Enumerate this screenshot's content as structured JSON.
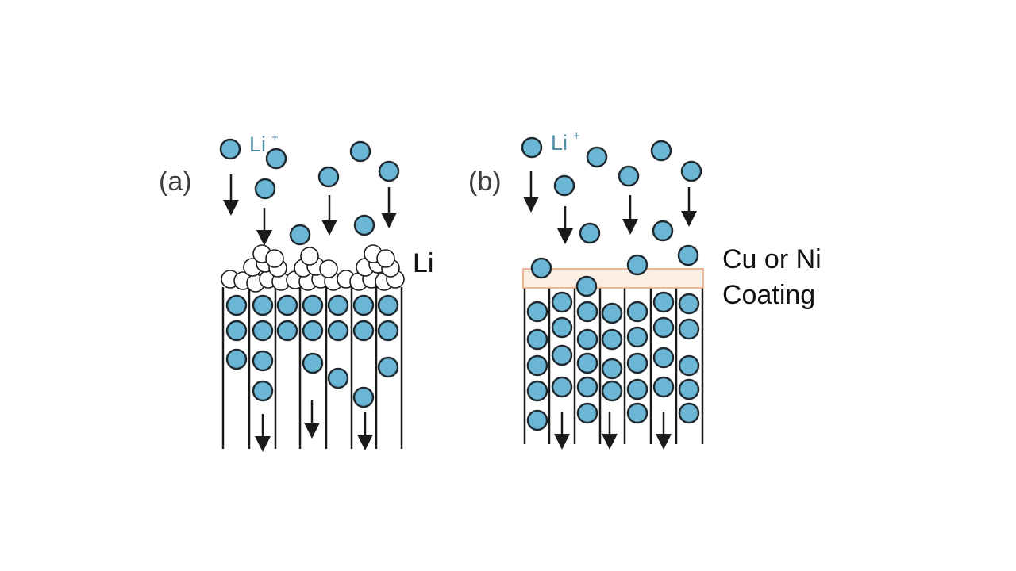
{
  "panel_a": {
    "label": "(a)",
    "ion_label": "Li",
    "ion_charge": "+",
    "deposit_label": "Li"
  },
  "panel_b": {
    "label": "(b)",
    "ion_label": "Li",
    "ion_charge": "+",
    "coating_label_line1": "Cu or Ni",
    "coating_label_line2": "Coating"
  },
  "colors": {
    "ion_fill": "#6bb6d4",
    "ion_stroke": "#1f2a30",
    "lithium_fill": "#ffffff",
    "channel_wall": "#1a1a1a",
    "coating_fill": "#fbeee3",
    "coating_stroke": "#e8a37a",
    "ion_text": "#4f8ea8"
  }
}
